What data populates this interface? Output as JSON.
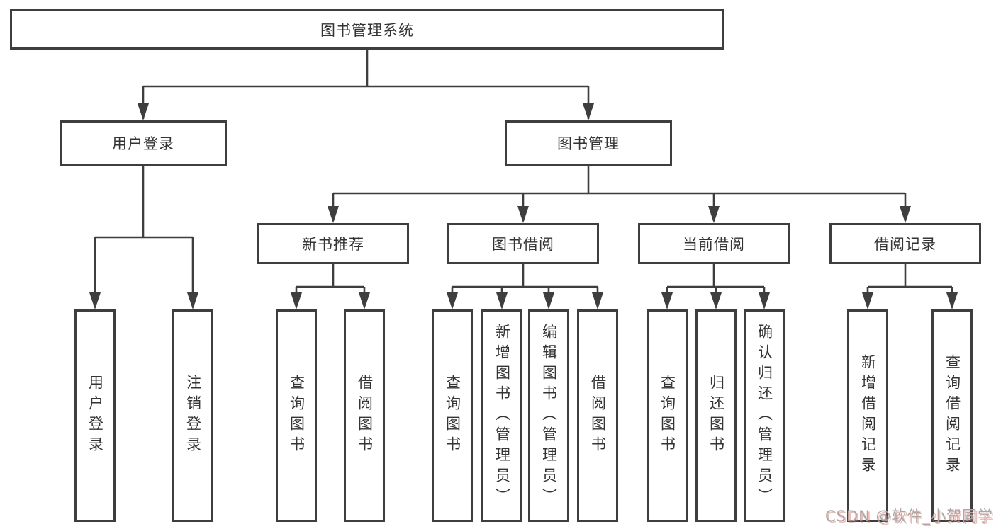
{
  "diagram": {
    "title": "图书管理系统",
    "level2": {
      "user_login": {
        "label": "用户登录"
      },
      "book_management": {
        "label": "图书管理"
      }
    },
    "level3": {
      "new_book_recommend": {
        "label": "新书推荐"
      },
      "book_borrow": {
        "label": "图书借阅"
      },
      "current_borrow": {
        "label": "当前借阅"
      },
      "borrow_records": {
        "label": "借阅记录"
      }
    },
    "leaves": {
      "user_login": [
        "用户登录",
        "注销登录"
      ],
      "new_book_recommend": [
        "查询图书",
        "借阅图书"
      ],
      "book_borrow": [
        "查询图书",
        "新增图书（管理员）",
        "编辑图书（管理员）",
        "借阅图书"
      ],
      "current_borrow": [
        "查询图书",
        "归还图书",
        "确认归还（管理员）"
      ],
      "borrow_records": [
        "新增借阅记录",
        "查询借阅记录"
      ]
    }
  },
  "watermark": {
    "text": "CSDN @软件_小贺同学"
  },
  "colors": {
    "line": "#3d3e40",
    "text": "#333436",
    "background": "#ffffff",
    "watermark_gray": "#a6a8ab",
    "watermark_red": "#eb6955"
  }
}
